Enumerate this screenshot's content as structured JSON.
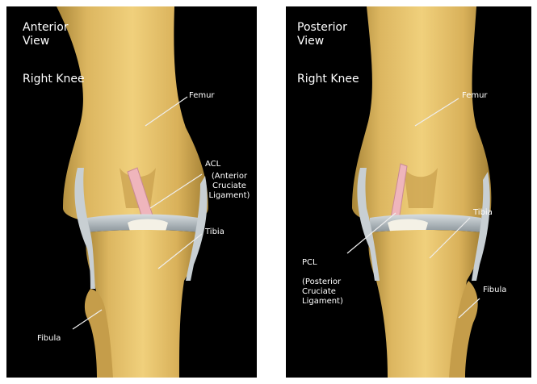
{
  "panels": [
    {
      "view_line1": "Anterior",
      "view_line2": "View",
      "side": "Right Knee",
      "labels": {
        "femur": "Femur",
        "acl": "ACL",
        "acl_desc_1": "(Anterior",
        "acl_desc_2": "Cruciate",
        "acl_desc_3": "Ligament)",
        "tibia": "Tibia",
        "fibula": "Fibula"
      }
    },
    {
      "view_line1": "Posterior",
      "view_line2": "View",
      "side": "Right Knee",
      "labels": {
        "femur": "Femur",
        "tibia": "Tibia",
        "pcl": "PCL",
        "pcl_desc_1": "(Posterior",
        "pcl_desc_2": "Cruciate",
        "pcl_desc_3": "Ligament)",
        "fibula": "Fibula"
      }
    }
  ],
  "colors": {
    "bone": "#e5c16a",
    "bone_shadow": "#b9913e",
    "meniscus": "#b4bcc2",
    "ligament": "#efb5bc",
    "background": "#000000"
  }
}
